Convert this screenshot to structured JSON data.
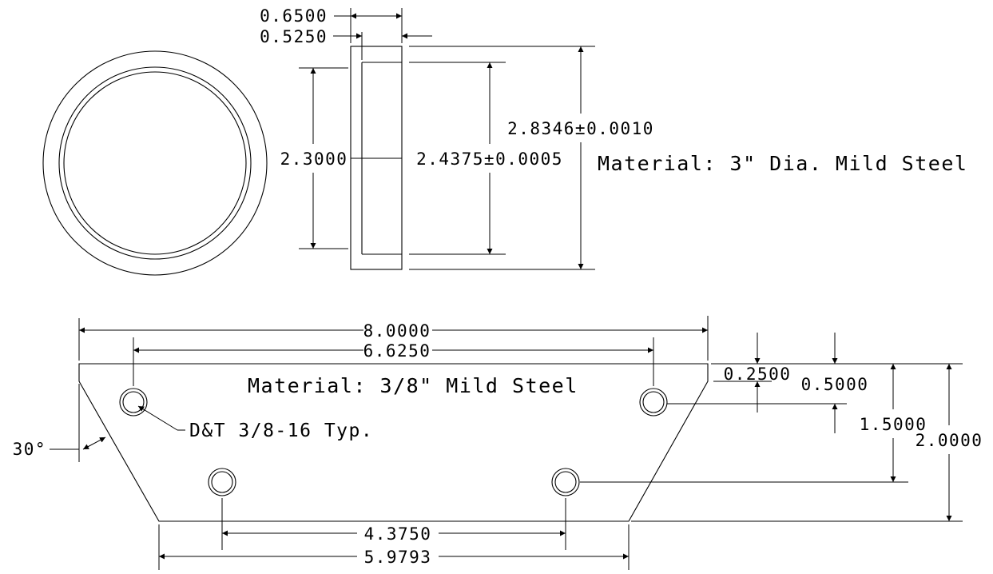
{
  "ring": {
    "dimensions": {
      "width_outer": "0.6500",
      "width_inner": "0.5250",
      "inner_diameter": "2.3000",
      "bore_diameter": "2.4375±0.0005",
      "outer_diameter": "2.8346±0.0010"
    },
    "material_note": "Material: 3\" Dia. Mild Steel"
  },
  "plate": {
    "dimensions": {
      "overall_length": "8.0000",
      "hole_spacing_top": "6.6250",
      "hole_spacing_bottom": "4.3750",
      "bottom_length": "5.9793",
      "top_edge_offset": "0.2500",
      "hole_row_offset": "0.5000",
      "lower_hole_height": "1.5000",
      "overall_height": "2.0000",
      "chamfer_angle": "30°"
    },
    "material_note": "Material: 3/8\" Mild Steel",
    "hole_note": "D&T 3/8-16 Typ."
  }
}
